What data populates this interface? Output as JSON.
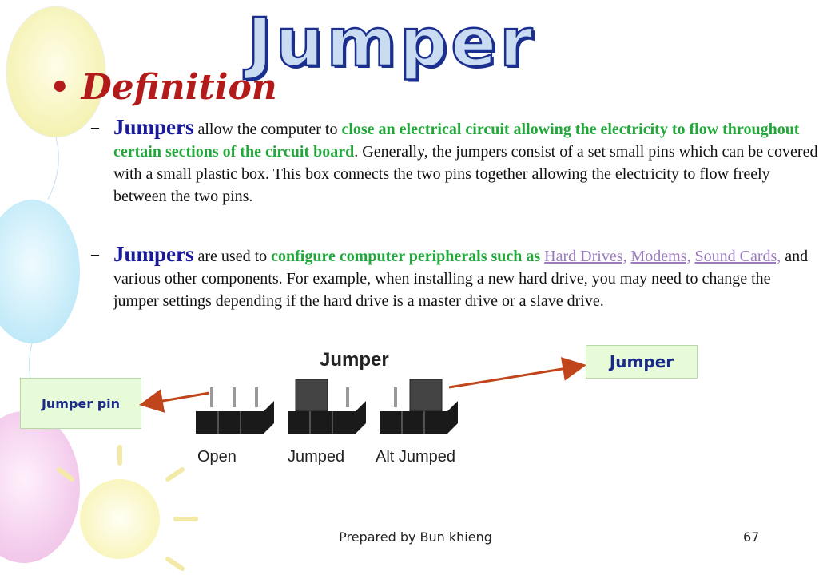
{
  "title": "Jumper",
  "bullet": "Definition",
  "para1": {
    "kw": "Jumpers",
    "t1": " allow the computer to ",
    "g1": "close an electrical circuit allowing the electricity to flow throughout certain sections of the circuit board",
    "t2": ". Generally, the jumpers consist of a set small pins which can be covered with a small plastic box. This box connects the two pins together allowing the electricity to flow freely between the two pins."
  },
  "para2": {
    "kw": "Jumpers",
    "t1": " are used to ",
    "g1": "configure computer peripherals such as ",
    "link1": "Hard Drives,",
    "link2": "Modems,",
    "link3": "Sound Cards,",
    "t2": " and various other components. For example, when installing a new hard drive, you may need to change the jumper settings depending if the hard drive is a master drive or a slave drive."
  },
  "callouts": {
    "jumper": "Jumper",
    "pin": "Jumper pin"
  },
  "diagram": {
    "heading": "Jumper",
    "labels": [
      "Open",
      "Jumped",
      "Alt Jumped"
    ]
  },
  "footer": "Prepared by Bun khieng",
  "page_number": "67",
  "colors": {
    "title_fill": "#c9dcf2",
    "title_stroke": "#1b2f8f",
    "bullet": "#b31b1b",
    "keyword": "#1a1a9c",
    "highlight": "#22a83a",
    "arrow": "#c0451a"
  }
}
